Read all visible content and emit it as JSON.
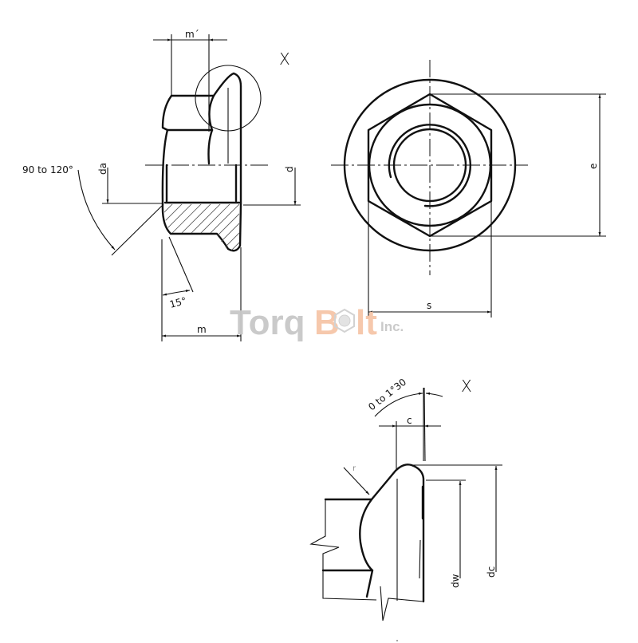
{
  "views": {
    "side_section": {
      "dimensions": {
        "m_prime": "m´",
        "m": "m",
        "da": "da",
        "d": "d",
        "countersink_angle": "90 to 120°",
        "flange_angle": "15°"
      },
      "detail_marker": "X"
    },
    "front_view": {
      "dimensions": {
        "e": "e",
        "s": "s"
      }
    },
    "detail_x": {
      "title": "X",
      "dimensions": {
        "bearing_angle": "0 to 1°30",
        "c": "c",
        "r": "r",
        "dw": "dw",
        "dc": "dc"
      }
    }
  },
  "watermark": {
    "part1": "Torq",
    "part2": "B",
    "part3": "lt",
    "suffix": "Inc.",
    "colors": {
      "grey": "#c8c8c8",
      "orange": "#f6c6a8"
    }
  },
  "colors": {
    "line": "#111111",
    "background": "#ffffff"
  }
}
